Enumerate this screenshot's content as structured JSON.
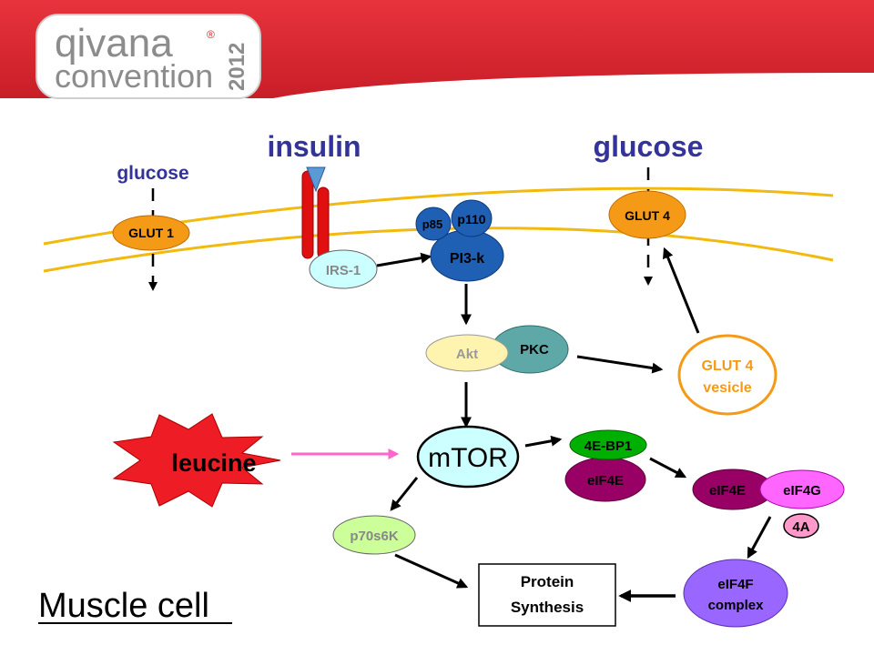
{
  "branding": {
    "logo_word": "qivana",
    "logo_sub": "convention",
    "logo_year": "2012",
    "registered_mark": "®",
    "colors": {
      "header_red": "#d8232e",
      "logo_gray": "#8c8c8c",
      "logo_pink": "#d8232e"
    }
  },
  "labels": {
    "insulin": "insulin",
    "glucose_top": "glucose",
    "glucose_left": "glucose",
    "glut1": "GLUT 1",
    "glut4": "GLUT 4",
    "irs1": "IRS-1",
    "p85": "p85",
    "p110": "p110",
    "pi3k": "PI3-k",
    "akt": "Akt",
    "pkc": "PKC",
    "glut4_vesicle_line1": "GLUT 4",
    "glut4_vesicle_line2": "vesicle",
    "leucine": "leucine",
    "mtor": "mTOR",
    "bp1": "4E-BP1",
    "eif4e_a": "eIF4E",
    "eif4e_b": "eIF4E",
    "eif4g": "eIF4G",
    "a4": "4A",
    "p70s6k": "p70s6K",
    "eif4f_line1": "eIF4F",
    "eif4f_line2": "complex",
    "protein_line1": "Protein",
    "protein_line2": "Synthesis",
    "muscle_cell": "Muscle cell"
  },
  "colors": {
    "membrane": "#f2b90f",
    "title_blue": "#333399",
    "glut": "#f59a16",
    "irs1": "#ccffff",
    "pi3k": "#1f5fb4",
    "akt": "#fff3b0",
    "pkc": "#5fa8a8",
    "vesicle_text": "#f59a16",
    "leucine": "#ee1c24",
    "mtor": "#ccffff",
    "bp1": "#00b000",
    "eif4e": "#990066",
    "eif4g": "#ff66ff",
    "a4": "#ff99cc",
    "p70s6k": "#ccff99",
    "eif4f": "#9966ff",
    "leucine_arrow": "#ff66cc",
    "receptor": "#e01010",
    "insulin_marker": "#5b9bd5"
  }
}
